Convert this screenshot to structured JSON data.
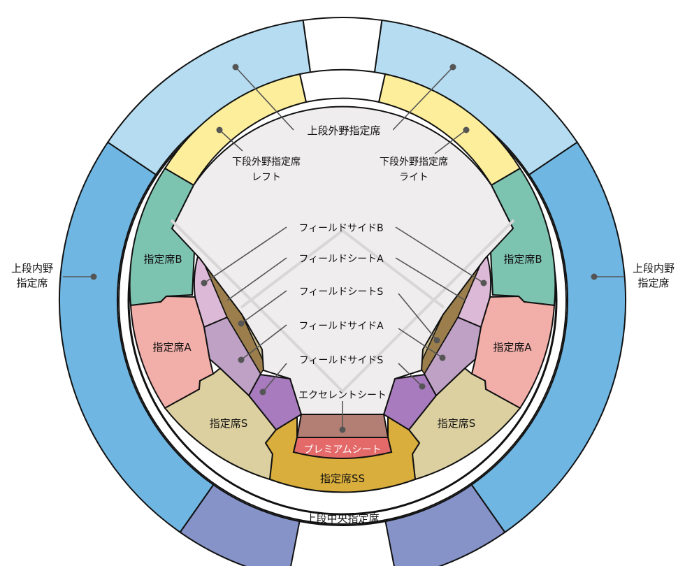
{
  "colors": {
    "upper_outfield": "#b5dcf1",
    "upper_infield": "#6fb6e2",
    "upper_center": "#8593c9",
    "lower_outfield": "#fcee9a",
    "reserved_b": "#7dc4b0",
    "reserved_a": "#f2aea8",
    "reserved_s": "#ddd0a0",
    "reserved_ss": "#d9ae3c",
    "premium": "#e46a6a",
    "excellent": "#b37f74",
    "field_b": "#dcb9d6",
    "field_a": "#bfa1c6",
    "field_s": "#a87bbf",
    "field_tan": "#cdbf95",
    "field_strip": "#9b7e4c",
    "field": "#efedee",
    "outline": "#111111",
    "pointer": "#555555"
  },
  "labels": {
    "upper_outfield": "上段外野指定席",
    "lower_left_line1": "下段外野指定席",
    "lower_left_line2": "レフト",
    "lower_right_line1": "下段外野指定席",
    "lower_right_line2": "ライト",
    "field_side_b": "フィールドサイドB",
    "field_seat_a": "フィールドシートA",
    "field_seat_s": "フィールドシートS",
    "field_side_a": "フィールドサイドA",
    "field_side_s": "フィールドサイドS",
    "excellent": "エクセレントシート",
    "premium": "プレミアムシート",
    "reserved_b_left": "指定席B",
    "reserved_b_right": "指定席B",
    "reserved_a_left": "指定席A",
    "reserved_a_right": "指定席A",
    "reserved_s_left": "指定席S",
    "reserved_s_right": "指定席S",
    "reserved_ss": "指定席SS",
    "upper_center": "上段中央指定席",
    "upper_infield_left_line1": "上段内野",
    "upper_infield_left_line2": "指定席",
    "upper_infield_right_line1": "上段内野",
    "upper_infield_right_line2": "指定席"
  }
}
